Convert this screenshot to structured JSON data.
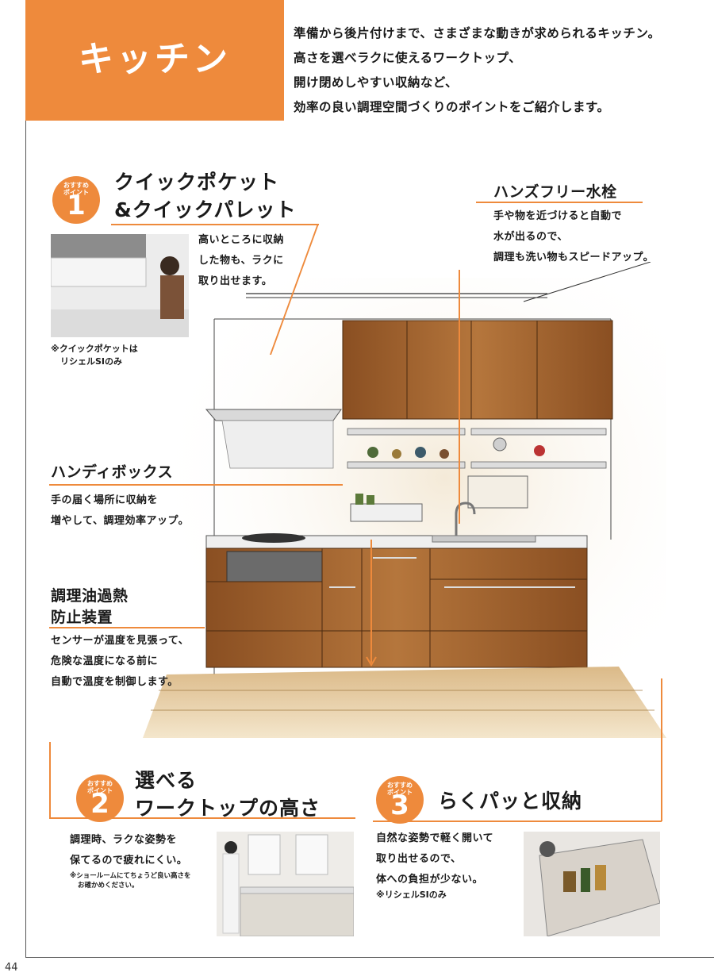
{
  "header": {
    "title": "キッチン",
    "intro_lines": [
      "準備から後片付けまで、さまざまな動きが求められるキッチン。",
      "高さを選べラクに使えるワークトップ、",
      "開け閉めしやすい収納など、",
      "効率の良い調理空間づくりのポイントをご紹介します。"
    ]
  },
  "badge_label": [
    "おすすめ",
    "ポイント"
  ],
  "point1": {
    "number": "1",
    "title_lines": [
      "クイックポケット",
      "&クイックパレット"
    ],
    "body_lines": [
      "高いところに収納",
      "した物も、ラクに",
      "取り出せます。"
    ],
    "note_lines": [
      "※クイックポケットは",
      "リシェルSIのみ"
    ]
  },
  "faucet": {
    "title": "ハンズフリー水栓",
    "body_lines": [
      "手や物を近づけると自動で",
      "水が出るので、",
      "調理も洗い物もスピードアップ。"
    ]
  },
  "handy_box": {
    "title": "ハンディボックス",
    "body_lines": [
      "手の届く場所に収納を",
      "増やして、調理効率アップ。"
    ]
  },
  "oil_guard": {
    "title_lines": [
      "調理油過熱",
      "防止装置"
    ],
    "body_lines": [
      "センサーが温度を見張って、",
      "危険な温度になる前に",
      "自動で温度を制御します。"
    ]
  },
  "point2": {
    "number": "2",
    "title_lines": [
      "選べる",
      "ワークトップの高さ"
    ],
    "body_lines": [
      "調理時、ラクな姿勢を",
      "保てるので疲れにくい。"
    ],
    "note_lines": [
      "※ショールームにてちょうど良い高さを",
      "お確かめください。"
    ]
  },
  "point3": {
    "number": "3",
    "title": "らくパッと収納",
    "body_lines": [
      "自然な姿勢で軽く開いて",
      "取り出せるので、",
      "体への負担が少ない。"
    ],
    "note": "※リシェルSIのみ"
  },
  "page_number": "44",
  "colors": {
    "accent": "#ee8a3c",
    "wood": "#a0622e"
  }
}
